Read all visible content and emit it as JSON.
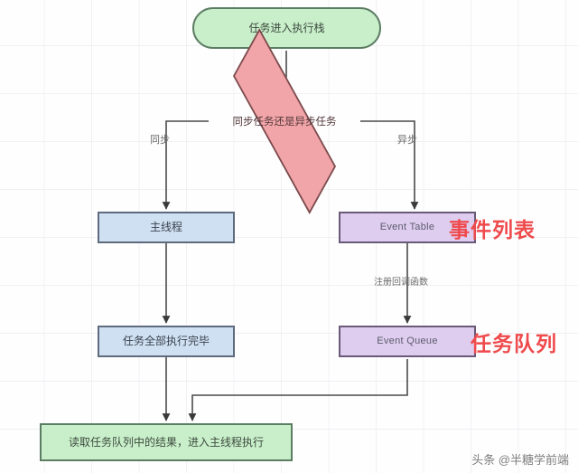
{
  "diagram": {
    "title": "JavaScript Event Loop Flowchart",
    "nodes": {
      "start": {
        "label": "任务进入执行栈",
        "shape": "stadium",
        "fill": "#c9efca",
        "stroke": "#5d7d63"
      },
      "decision": {
        "label": "同步任务还是异步任务",
        "shape": "diamond",
        "fill": "#f2a5a8",
        "stroke": "#7a4b4d"
      },
      "main_thread": {
        "label": "主线程",
        "shape": "rect",
        "fill": "#cfe0f2",
        "stroke": "#5d6b7d"
      },
      "all_done": {
        "label": "任务全部执行完毕",
        "shape": "rect",
        "fill": "#cfe0f2",
        "stroke": "#5d6b7d"
      },
      "event_table": {
        "label": "Event Table",
        "shape": "rect",
        "fill": "#dfcdf0",
        "stroke": "#6a5a78"
      },
      "event_queue": {
        "label": "Event Queue",
        "shape": "rect",
        "fill": "#dfcdf0",
        "stroke": "#6a5a78"
      },
      "end": {
        "label": "读取任务队列中的结果，进入主线程执行",
        "shape": "rect",
        "fill": "#c9efca",
        "stroke": "#5d7d63"
      }
    },
    "edge_labels": {
      "sync": "同步",
      "async": "异步",
      "register_callback": "注册回调函数"
    },
    "annotations": {
      "event_table_cn": "事件列表",
      "event_queue_cn": "任务队列",
      "color": "#ef4a4c"
    },
    "watermark": "头条 @半糖学前端"
  }
}
